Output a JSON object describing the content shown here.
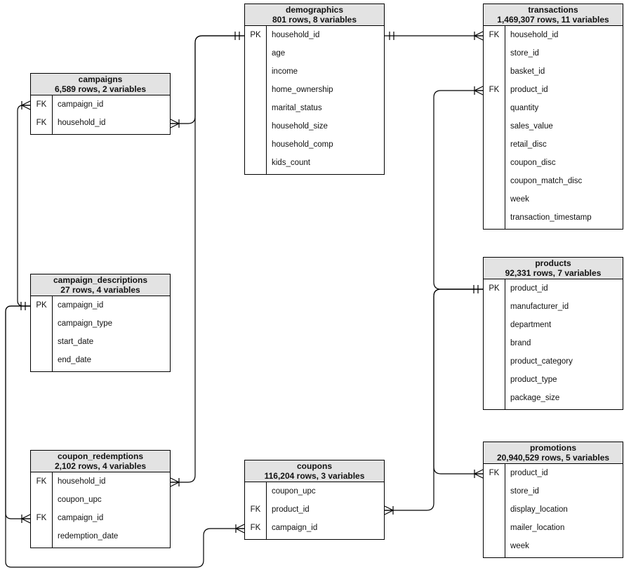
{
  "diagram": {
    "colors": {
      "header_fill": "#e3e3e3",
      "table_border": "#000000",
      "edge_line": "#000000",
      "background": "#ffffff"
    },
    "notation": {
      "one_marker": "double-tick",
      "many_marker": "crow-foot-with-tick"
    },
    "tables": [
      {
        "id": "demographics",
        "title": "demographics",
        "subtitle": "801 rows, 8 variables",
        "fields": [
          {
            "key": "PK",
            "name": "household_id"
          },
          {
            "key": "",
            "name": "age"
          },
          {
            "key": "",
            "name": "income"
          },
          {
            "key": "",
            "name": "home_ownership"
          },
          {
            "key": "",
            "name": "marital_status"
          },
          {
            "key": "",
            "name": "household_size"
          },
          {
            "key": "",
            "name": "household_comp"
          },
          {
            "key": "",
            "name": "kids_count"
          }
        ]
      },
      {
        "id": "transactions",
        "title": "transactions",
        "subtitle": "1,469,307 rows, 11 variables",
        "fields": [
          {
            "key": "FK",
            "name": "household_id"
          },
          {
            "key": "",
            "name": "store_id"
          },
          {
            "key": "",
            "name": "basket_id"
          },
          {
            "key": "FK",
            "name": "product_id"
          },
          {
            "key": "",
            "name": "quantity"
          },
          {
            "key": "",
            "name": "sales_value"
          },
          {
            "key": "",
            "name": "retail_disc"
          },
          {
            "key": "",
            "name": "coupon_disc"
          },
          {
            "key": "",
            "name": "coupon_match_disc"
          },
          {
            "key": "",
            "name": "week"
          },
          {
            "key": "",
            "name": "transaction_timestamp"
          }
        ]
      },
      {
        "id": "campaigns",
        "title": "campaigns",
        "subtitle": "6,589 rows, 2 variables",
        "fields": [
          {
            "key": "FK",
            "name": "campaign_id"
          },
          {
            "key": "FK",
            "name": "household_id"
          }
        ]
      },
      {
        "id": "campaign_descriptions",
        "title": "campaign_descriptions",
        "subtitle": "27 rows, 4 variables",
        "fields": [
          {
            "key": "PK",
            "name": "campaign_id"
          },
          {
            "key": "",
            "name": "campaign_type"
          },
          {
            "key": "",
            "name": "start_date"
          },
          {
            "key": "",
            "name": "end_date"
          }
        ]
      },
      {
        "id": "products",
        "title": "products",
        "subtitle": "92,331 rows, 7 variables",
        "fields": [
          {
            "key": "PK",
            "name": "product_id"
          },
          {
            "key": "",
            "name": "manufacturer_id"
          },
          {
            "key": "",
            "name": "department"
          },
          {
            "key": "",
            "name": "brand"
          },
          {
            "key": "",
            "name": "product_category"
          },
          {
            "key": "",
            "name": "product_type"
          },
          {
            "key": "",
            "name": "package_size"
          }
        ]
      },
      {
        "id": "coupon_redemptions",
        "title": "coupon_redemptions",
        "subtitle": "2,102 rows, 4 variables",
        "fields": [
          {
            "key": "FK",
            "name": "household_id"
          },
          {
            "key": "",
            "name": "coupon_upc"
          },
          {
            "key": "FK",
            "name": "campaign_id"
          },
          {
            "key": "",
            "name": "redemption_date"
          }
        ]
      },
      {
        "id": "coupons",
        "title": "coupons",
        "subtitle": "116,204 rows, 3 variables",
        "fields": [
          {
            "key": "",
            "name": "coupon_upc"
          },
          {
            "key": "FK",
            "name": "product_id"
          },
          {
            "key": "FK",
            "name": "campaign_id"
          }
        ]
      },
      {
        "id": "promotions",
        "title": "promotions",
        "subtitle": "20,940,529 rows, 5 variables",
        "fields": [
          {
            "key": "FK",
            "name": "product_id"
          },
          {
            "key": "",
            "name": "store_id"
          },
          {
            "key": "",
            "name": "display_location"
          },
          {
            "key": "",
            "name": "mailer_location"
          },
          {
            "key": "",
            "name": "week"
          }
        ]
      }
    ],
    "relationships": [
      {
        "one": "demographics.household_id",
        "many": "campaigns.household_id"
      },
      {
        "one": "demographics.household_id",
        "many": "transactions.household_id"
      },
      {
        "one": "demographics.household_id",
        "many": "coupon_redemptions.household_id"
      },
      {
        "one": "products.product_id",
        "many": "transactions.product_id"
      },
      {
        "one": "products.product_id",
        "many": "promotions.product_id"
      },
      {
        "one": "products.product_id",
        "many": "coupons.product_id"
      },
      {
        "one": "campaign_descriptions.campaign_id",
        "many": "campaigns.campaign_id"
      },
      {
        "one": "campaign_descriptions.campaign_id",
        "many": "coupon_redemptions.campaign_id"
      },
      {
        "one": "campaign_descriptions.campaign_id",
        "many": "coupons.campaign_id"
      }
    ]
  }
}
